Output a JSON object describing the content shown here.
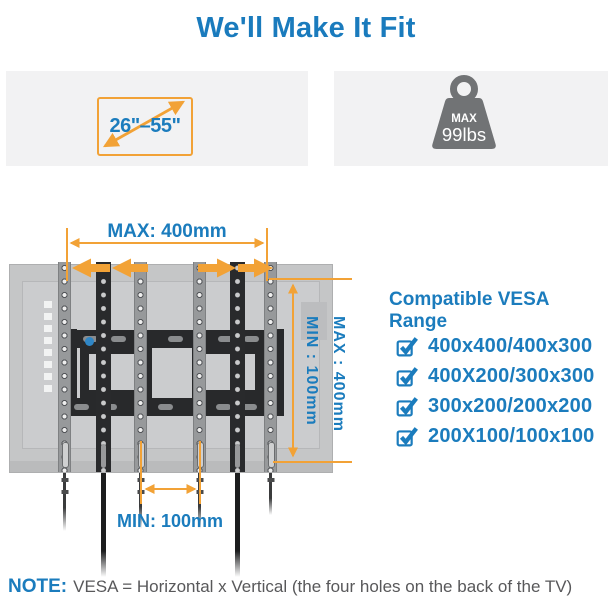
{
  "title": "We'll Make It Fit",
  "badges": {
    "size": {
      "label": "26\"–55\"",
      "icon": "tv-diagonal-arrow-icon"
    },
    "weight": {
      "max_label": "MAX",
      "weight_label": "99lbs",
      "icon": "weight-icon"
    }
  },
  "dimensions": {
    "top_max": "MAX: 400mm",
    "side_min": "MIN : 100mm",
    "side_max": "MAX : 400mm",
    "bottom_min": "MIN: 100mm"
  },
  "vesa": {
    "heading": "Compatible VESA Range",
    "items": [
      "400x400/400x300",
      "400X200/300x300",
      "300x200/200x200",
      "200X100/100x100"
    ]
  },
  "note": {
    "label": "NOTE:",
    "text": "VESA = Horizontal x Vertical (the four holes on the back of the TV)"
  },
  "colors": {
    "accent_blue": "#1b7cbd",
    "accent_orange": "#f2a236",
    "banner_gray": "#f2f2f3",
    "icon_gray": "#717375"
  }
}
